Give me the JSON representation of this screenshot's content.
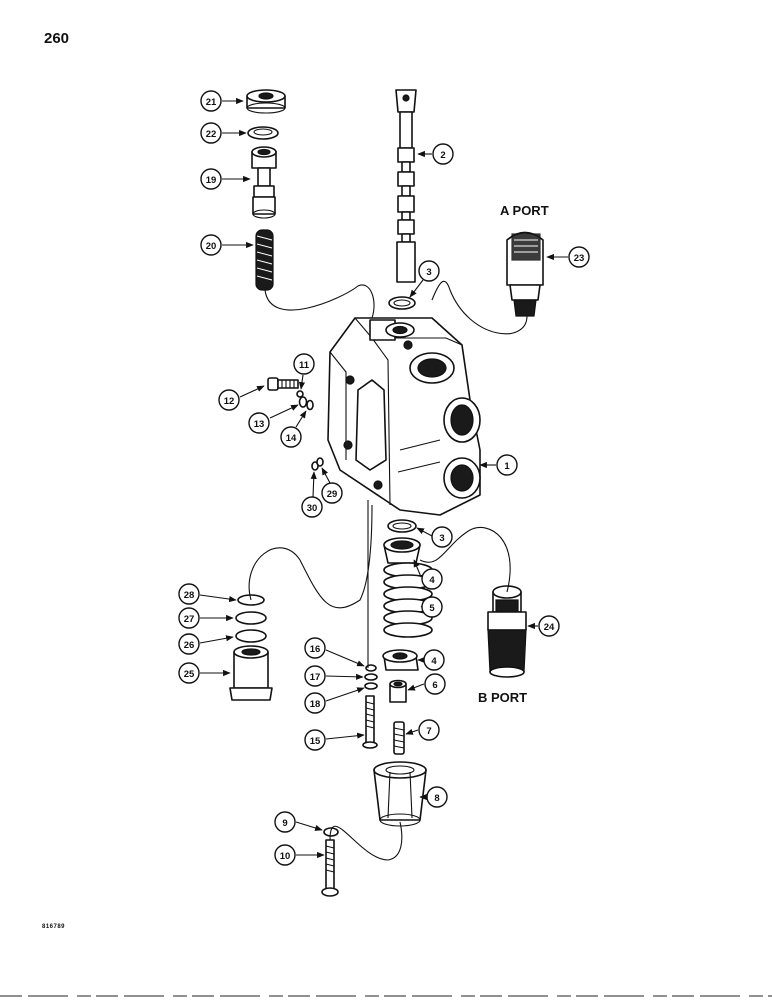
{
  "page_number": "260",
  "drawing_code": "816789",
  "port_labels": {
    "a_port": "A PORT",
    "b_port": "B PORT"
  },
  "callouts": {
    "c1": "1",
    "c2": "2",
    "c3a": "3",
    "c3b": "3",
    "c4a": "4",
    "c4b": "4",
    "c5": "5",
    "c6": "6",
    "c7": "7",
    "c8": "8",
    "c9": "9",
    "c10": "10",
    "c11": "11",
    "c12": "12",
    "c13": "13",
    "c14": "14",
    "c15": "15",
    "c16": "16",
    "c17": "17",
    "c18": "18",
    "c19": "19",
    "c20": "20",
    "c21": "21",
    "c22": "22",
    "c23": "23",
    "c24": "24",
    "c25": "25",
    "c26": "26",
    "c27": "27",
    "c28": "28",
    "c29": "29",
    "c30": "30"
  }
}
